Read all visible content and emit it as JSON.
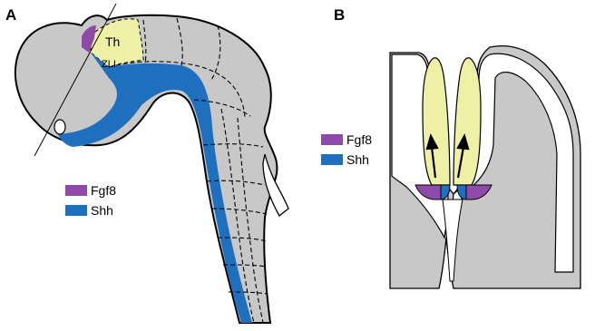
{
  "panels": [
    {
      "letter": "A",
      "region_labels": {
        "thalamus": "Th",
        "zli": "ZLI"
      },
      "legend": [
        {
          "name": "Fgf8",
          "color": "#8e4aa8"
        },
        {
          "name": "Shh",
          "color": "#1f6fbf"
        }
      ]
    },
    {
      "letter": "B",
      "legend": [
        {
          "name": "Fgf8",
          "color": "#8e4aa8"
        },
        {
          "name": "Shh",
          "color": "#1f6fbf"
        }
      ]
    }
  ],
  "colors": {
    "tissue": "#c8c8c8",
    "thalamus": "#eef0a6",
    "fgf8": "#8e4aa8",
    "shh": "#1f6fbf",
    "outline": "#000000"
  }
}
